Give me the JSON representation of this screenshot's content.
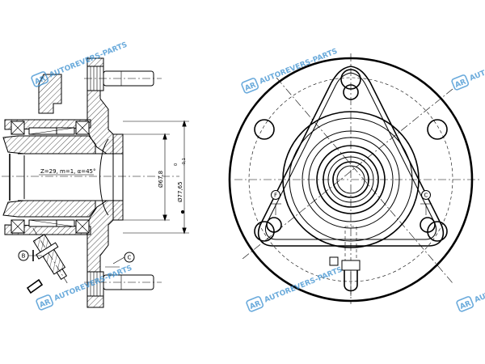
{
  "dimensions": {
    "gear_spec": "Z=29, m=1, α=45°",
    "bore_diameter": "Ø67,8",
    "pilot_diameter": "Ø77,65",
    "pilot_tolerance_upper": "0",
    "pilot_tolerance_lower": "-0,1"
  },
  "view_labels": {
    "view_b": "B",
    "view_c": "C",
    "view_f": "F",
    "view_c_front": "C"
  },
  "watermark": {
    "text": "AUTOREVERS-PARTS",
    "logo": "AR",
    "color": "#3a8fd0"
  }
}
